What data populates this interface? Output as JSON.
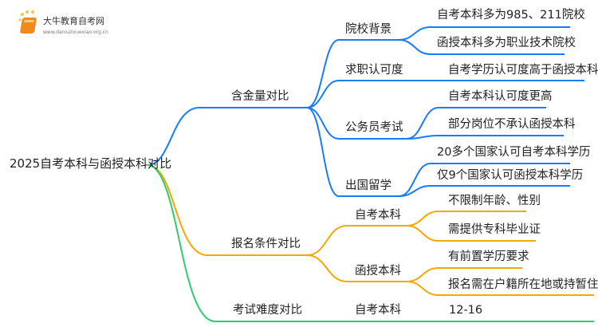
{
  "logo": {
    "name": "大牛教育自考网",
    "url": "www.daniuzixuexiao.org.cn"
  },
  "colors": {
    "blue": "#1a7cf5",
    "orange": "#f5a800",
    "green": "#2ecc71"
  },
  "root": "2025自考本科与函授本科对比",
  "branches": [
    {
      "label": "含金量对比",
      "children": [
        {
          "label": "院校背景",
          "leaves": [
            "自考本科多为985、211院校",
            "函授本科多为职业技术院校"
          ]
        },
        {
          "label": "求职认可度",
          "leaves": [
            "自考学历认可度高于函授本科"
          ]
        },
        {
          "label": "公务员考试",
          "leaves": [
            "自考本科认可度更高",
            "部分岗位不承认函授本科"
          ]
        },
        {
          "label": "出国留学",
          "leaves": [
            "20多个国家认可自考本科学历",
            "仅9个国家认可函授本科学历"
          ]
        }
      ]
    },
    {
      "label": "报名条件对比",
      "children": [
        {
          "label": "自考本科",
          "leaves": [
            "不限制年龄、性别",
            "需提供专科毕业证"
          ]
        },
        {
          "label": "函授本科",
          "leaves": [
            "有前置学历要求",
            "报名需在户籍所在地或持暂住证"
          ]
        }
      ]
    },
    {
      "label": "考试难度对比",
      "children": [
        {
          "label": "自考本科",
          "leaves": [
            "12-16"
          ]
        }
      ]
    }
  ]
}
